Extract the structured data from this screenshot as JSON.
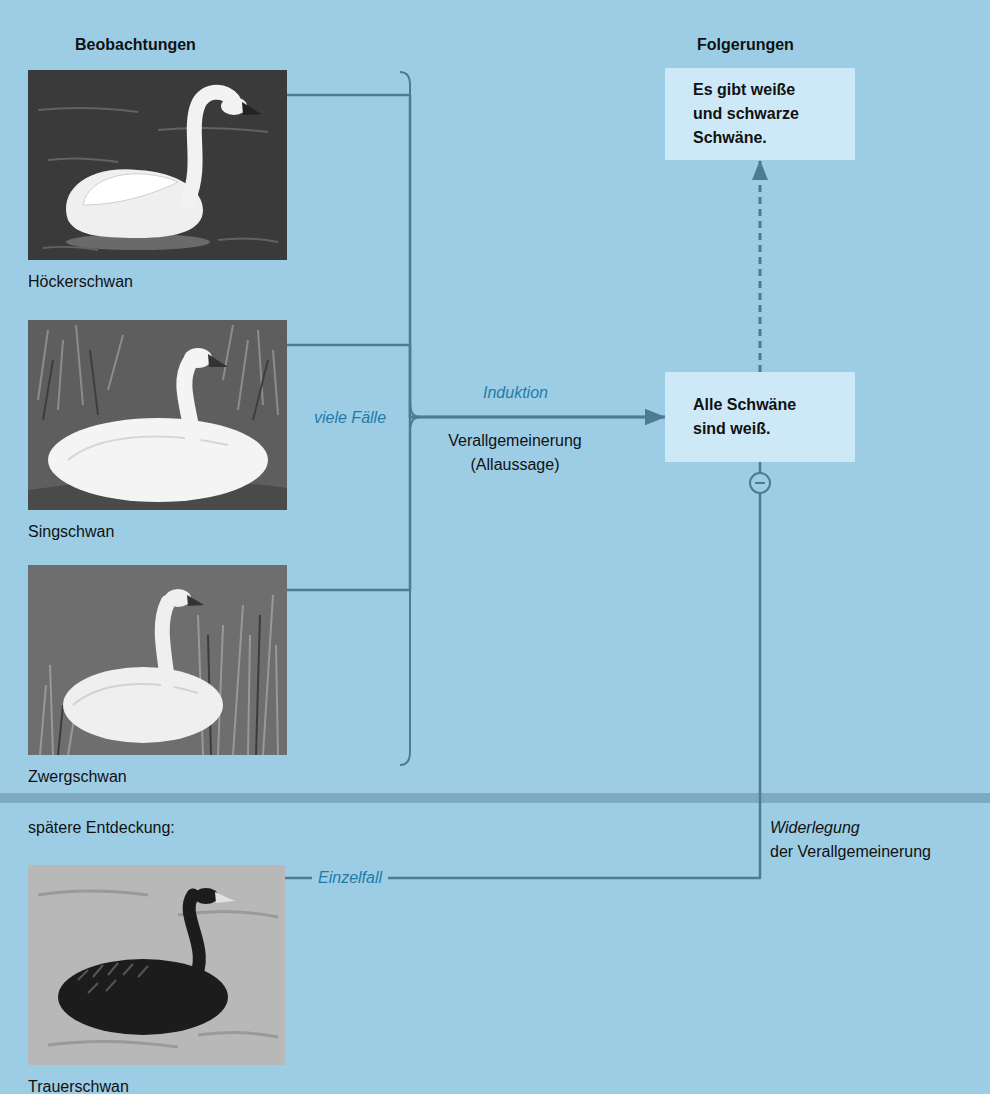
{
  "diagram": {
    "nodes": [
      {
        "text": [
          "Höckerschwan"
        ]
      },
      {
        "text": [
          "Singschwan"
        ]
      },
      {
        "text": [
          "Zwergschwan"
        ]
      },
      {
        "text": [
          "Es gibt weiße und schwarze Schwäne."
        ]
      },
      {
        "text": [
          "Alle Schwäne sind weiß."
        ]
      },
      {
        "text": [
          "Trauerschwan"
        ]
      }
    ],
    "edges": [
      {
        "from": 0,
        "to": 4,
        "arrow": "to"
      },
      {
        "from": 1,
        "to": 4,
        "arrow": "to",
        "label": "Induktion"
      },
      {
        "from": 2,
        "to": 4,
        "arrow": "to"
      },
      {
        "from": 4,
        "to": 3,
        "arrow": "to"
      },
      {
        "from": 5,
        "to": 4,
        "arrow": "none",
        "label": "Einzelfall"
      }
    ],
    "labels": [
      "Beobachtungen",
      "Folgerungen",
      "viele Fälle",
      "Verallgemeinerung (Allaussage)",
      "Widerlegung",
      "der Verallgemeinerung",
      "spätere Entdeckung:"
    ]
  }
}
